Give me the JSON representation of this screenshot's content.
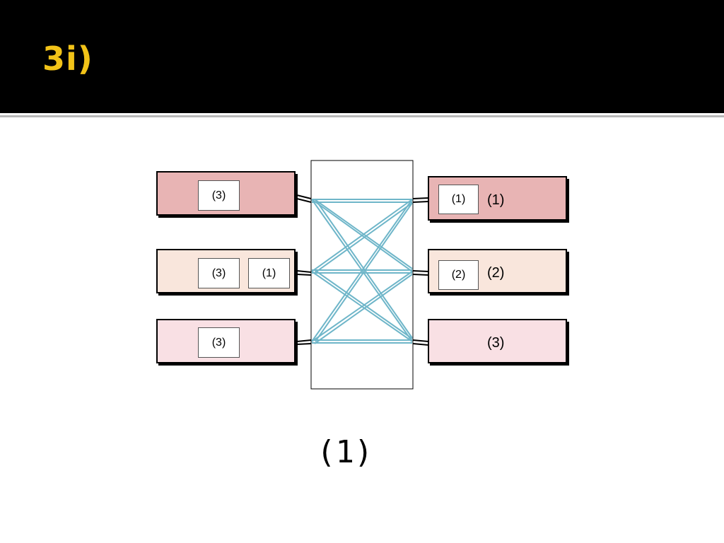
{
  "slide": {
    "title": "3i)",
    "caption": "(1)"
  },
  "colors": {
    "header_bg": "#000000",
    "title": "#f2c318",
    "port_row1": "#e8b4b4",
    "port_row2": "#f9e6dc",
    "port_row3": "#f9e0e4",
    "crossbar": "#6fb6c9"
  },
  "input_ports": [
    {
      "row": 1,
      "queued": [
        "(3)"
      ]
    },
    {
      "row": 2,
      "queued": [
        "(3)",
        "(1)"
      ]
    },
    {
      "row": 3,
      "queued": [
        "(3)"
      ]
    }
  ],
  "output_ports": [
    {
      "row": 1,
      "queued": [
        "(1)"
      ],
      "label": "(1)"
    },
    {
      "row": 2,
      "queued": [
        "(2)"
      ],
      "label": "(2)"
    },
    {
      "row": 3,
      "queued": [],
      "label": "(3)"
    }
  ]
}
